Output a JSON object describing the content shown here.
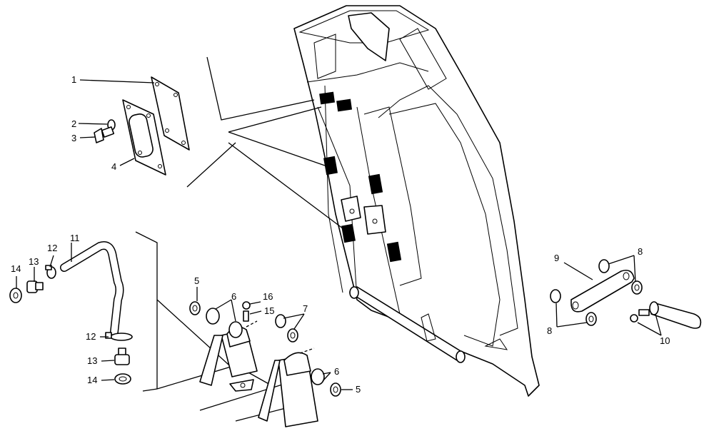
{
  "callouts": [
    {
      "id": "c1",
      "text": "1"
    },
    {
      "id": "c2",
      "text": "2"
    },
    {
      "id": "c3",
      "text": "3"
    },
    {
      "id": "c4",
      "text": "4"
    },
    {
      "id": "c5a",
      "text": "5"
    },
    {
      "id": "c5b",
      "text": "5"
    },
    {
      "id": "c6a",
      "text": "6"
    },
    {
      "id": "c6b",
      "text": "6"
    },
    {
      "id": "c7",
      "text": "7"
    },
    {
      "id": "c8a",
      "text": "8"
    },
    {
      "id": "c8b",
      "text": "8"
    },
    {
      "id": "c9",
      "text": "9"
    },
    {
      "id": "c10",
      "text": "10"
    },
    {
      "id": "c11",
      "text": "11"
    },
    {
      "id": "c12a",
      "text": "12"
    },
    {
      "id": "c12b",
      "text": "12"
    },
    {
      "id": "c13a",
      "text": "13"
    },
    {
      "id": "c13b",
      "text": "13"
    },
    {
      "id": "c14a",
      "text": "14"
    },
    {
      "id": "c14b",
      "text": "14"
    },
    {
      "id": "c15",
      "text": "15"
    },
    {
      "id": "c16",
      "text": "16"
    }
  ]
}
